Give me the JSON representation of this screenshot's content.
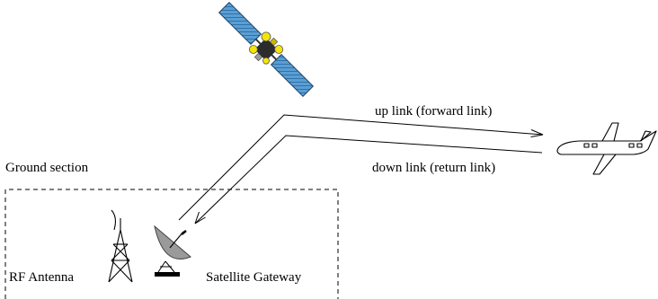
{
  "labels": {
    "ground_section": "Ground section",
    "up_link": "up link (forward link)",
    "down_link": "down link (return link)",
    "rf_antenna": "RF Antenna",
    "satellite_gateway": "Satellite Gateway"
  },
  "colors": {
    "satellite_panel": "#4a90c8",
    "satellite_body": "#2c2c2c",
    "satellite_accent": "#f2e40c",
    "dish": "#9a9a9a",
    "line": "#000000"
  },
  "icons": {
    "satellite": "satellite-icon",
    "airplane": "airplane-icon",
    "rf_antenna": "rf-antenna-tower-icon",
    "gateway_dish": "satellite-dish-icon"
  }
}
